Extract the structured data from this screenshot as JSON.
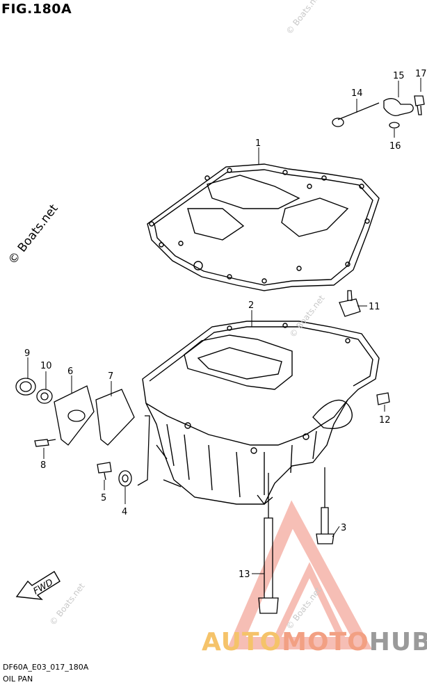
{
  "figure": {
    "title": "FIG.180A",
    "code": "DF60A_E03_017_180A",
    "name": "OIL PAN"
  },
  "watermark": {
    "text": "© Boats.net",
    "color": "#c9c9c9"
  },
  "brand": {
    "part1": "AUTO",
    "part2": "MOTO",
    "part3": "HUB",
    "colors": [
      "#f5c36a",
      "#f2a083",
      "#9a9a9a"
    ]
  },
  "fwd_arrow": {
    "label": "FWD"
  },
  "callouts": [
    "1",
    "2",
    "3",
    "4",
    "5",
    "6",
    "7",
    "8",
    "9",
    "10",
    "11",
    "12",
    "13",
    "14",
    "15",
    "16",
    "17"
  ]
}
